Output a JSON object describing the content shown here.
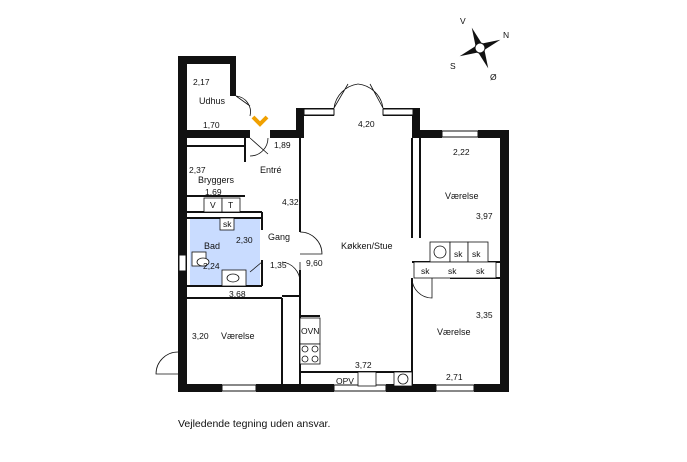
{
  "rooms": {
    "udhus": "Udhus",
    "entre": "Entré",
    "bryggers": "Bryggers",
    "gang": "Gang",
    "bad": "Bad",
    "kokken_stue": "Køkken/Stue",
    "vaerelse_1": "Værelse",
    "vaerelse_2": "Værelse",
    "vaerelse_3": "Værelse"
  },
  "dimensions": {
    "udhus_w": "2,17",
    "udhus_h": "1,70",
    "entre_w": "1,89",
    "bryggers_w": "2,37",
    "bryggers_h": "1,69",
    "gang_w": "4,32",
    "bad_w": "2,30",
    "bad_h": "2,24",
    "gang_h": "1,35",
    "bad_bottom": "3,68",
    "stue_top": "4,20",
    "stue_side": "9,60",
    "stue_bottom": "3,72",
    "vaerelse1_top": "2,22",
    "vaerelse1_side": "3,97",
    "vaerelse2_side": "3,35",
    "vaerelse2_bottom": "2,71",
    "vaerelse3_side": "3,20"
  },
  "fixtures": {
    "sk": "sk",
    "v": "V",
    "t": "T",
    "ovn": "OVN",
    "opv": "OPV"
  },
  "compass": {
    "n": "N",
    "s": "S",
    "v": "V",
    "o": "Ø"
  },
  "disclaimer": "Vejledende tegning uden ansvar.",
  "colors": {
    "wall": "#111111",
    "bathroom": "#c9dcff",
    "entrance_arrow": "#f0a000"
  }
}
